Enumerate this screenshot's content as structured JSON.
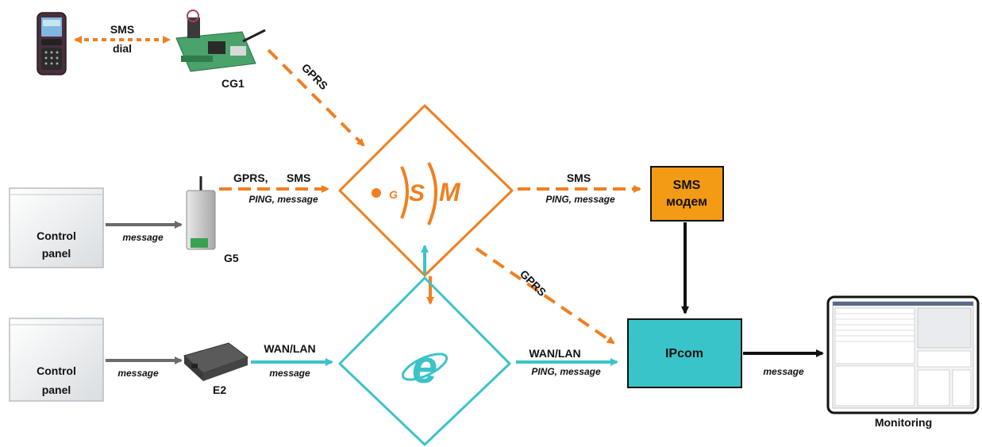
{
  "colors": {
    "orange": "#f07f1f",
    "cyan": "#3cc3c8",
    "gray_arrow": "#6b6b6b",
    "sms_modem_fill": "#f39b14",
    "ipcom_fill": "#38c4c8"
  },
  "devices": {
    "phone": {
      "icon": "mobile-phone-icon"
    },
    "cg1": {
      "label": "CG1",
      "icon": "gsm-board-icon"
    },
    "g5": {
      "label": "G5",
      "icon": "gsm-module-icon"
    },
    "e2": {
      "label": "E2",
      "icon": "ethernet-module-icon"
    },
    "control_panel_1": {
      "label_line1": "Control",
      "label_line2": "panel"
    },
    "control_panel_2": {
      "label_line1": "Control",
      "label_line2": "panel"
    },
    "monitoring": {
      "label": "Monitoring",
      "icon": "monitor-screen-icon"
    }
  },
  "networks": {
    "gsm": {
      "icon": "gsm-logo-icon",
      "logo_left": "G",
      "logo_mid": "S",
      "logo_right": "M"
    },
    "internet": {
      "icon": "internet-e-icon",
      "logo": "e"
    }
  },
  "boxes": {
    "sms_modem": {
      "line1": "SMS",
      "line2": "модем"
    },
    "ipcom": {
      "label": "IPcom"
    }
  },
  "links": {
    "phone_cg1": {
      "top": "SMS",
      "bottom": "dial"
    },
    "cg1_gsm": {
      "label": "GPRS"
    },
    "g5_gsm": {
      "top_left": "GPRS,",
      "top_right": "SMS",
      "bottom": "PING, message"
    },
    "cp1_g5": {
      "label": "message"
    },
    "cp2_e2": {
      "label": "message"
    },
    "e2_internet": {
      "top": "WAN/LAN",
      "bottom": "message"
    },
    "gsm_sms": {
      "top": "SMS",
      "bottom": "PING, message"
    },
    "gsm_ipcom": {
      "label": "GPRS"
    },
    "internet_ipcom": {
      "top": "WAN/LAN",
      "bottom": "PING, message"
    },
    "ipcom_monitor": {
      "label": "message"
    }
  }
}
